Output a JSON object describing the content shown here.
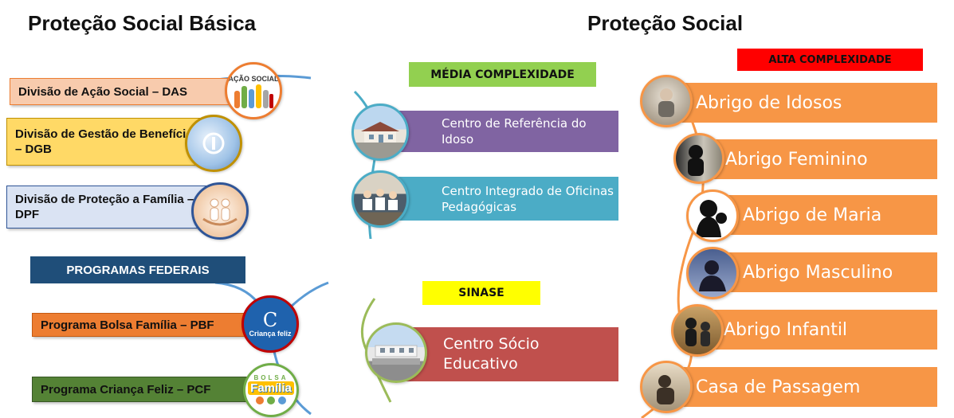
{
  "titles": {
    "left": "Proteção Social Básica",
    "right": "Proteção Social"
  },
  "basica": {
    "divisions": [
      {
        "label": "Divisão de Ação Social – DAS",
        "icon": "acao-social-logo",
        "icon_text": "AÇÃO SOCIAL"
      },
      {
        "label": "Divisão de Gestão de Benefícios – DGB",
        "icon": "benefits-photo"
      },
      {
        "label": "Divisão de Proteção a Família – DPF",
        "icon": "family-hands-photo"
      }
    ],
    "programas_header": "PROGRAMAS FEDERAIS",
    "programas": [
      {
        "label": "Programa Bolsa Família – PBF",
        "icon": "crianca-feliz-logo",
        "icon_text": "Criança feliz"
      },
      {
        "label": "Programa Criança Feliz – PCF",
        "icon": "bolsa-familia-logo",
        "icon_text": "Família",
        "icon_top_text": "BOLSA"
      }
    ]
  },
  "media": {
    "header": "MÉDIA COMPLEXIDADE",
    "items": [
      {
        "label": "Centro de Referência do Idoso",
        "icon": "building-photo"
      },
      {
        "label": "Centro Integrado de Oficinas Pedagógicas",
        "icon": "classroom-photo"
      }
    ]
  },
  "sinase": {
    "header": "SINASE",
    "items": [
      {
        "label": "Centro Sócio Educativo",
        "icon": "facility-photo"
      }
    ]
  },
  "alta": {
    "header": "ALTA COMPLEXIDADE",
    "items": [
      {
        "label": "Abrigo de Idosos",
        "icon": "elderly-photo"
      },
      {
        "label": "Abrigo Feminino",
        "icon": "woman-silhouette-photo"
      },
      {
        "label": "Abrigo de Maria",
        "icon": "mother-child-silhouette"
      },
      {
        "label": "Abrigo Masculino",
        "icon": "man-silhouette-photo"
      },
      {
        "label": "Abrigo Infantil",
        "icon": "children-photo"
      },
      {
        "label": "Casa de Passagem",
        "icon": "person-photo"
      }
    ]
  },
  "colors": {
    "das_fill": "#f8cbad",
    "das_border": "#ed7d31",
    "dgb_fill": "#ffd966",
    "dgb_border": "#bf9000",
    "dpf_fill": "#dae3f3",
    "dpf_border": "#2f5597",
    "programas_header": "#1f4e79",
    "pbf_fill": "#ed7d31",
    "pcf_fill": "#548235",
    "media_header": "#92d050",
    "idoso": "#8064a2",
    "oficinas": "#4bacc6",
    "sinase_header": "#ffff00",
    "socio": "#c0504d",
    "alta_header": "#ff0000",
    "alta_box": "#f79646"
  }
}
